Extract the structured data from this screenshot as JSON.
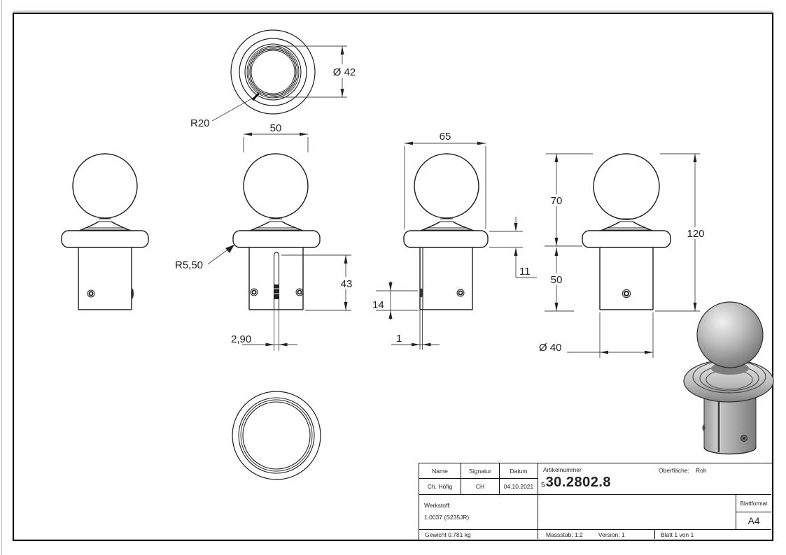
{
  "dims": {
    "top_diameter": "Ø 42",
    "top_radius": "R20",
    "ball_width": "50",
    "flange_radius": "R5,50",
    "slot_length": "43",
    "slot_width_wide": "2,90",
    "flange_diameter": "65",
    "flange_height": "11",
    "screw_offset": "14",
    "slot_width_narrow": "1",
    "upper_height": "70",
    "lower_height": "50",
    "total_height": "120",
    "body_diameter": "Ø 40"
  },
  "title_block": {
    "name_label": "Name",
    "signatur_label": "Signatur",
    "datum_label": "Datum",
    "name_value": "Ch. Höfig",
    "signatur_value": "CH",
    "datum_value": "04.10.2021",
    "werkstoff_label": "Werkstoff:",
    "werkstoff_value": "1.0037 (S235JR)",
    "gewicht": "Gewicht 0.781 kg",
    "artikelnummer_label": "Artikelnummer",
    "artikelnummer_prefix": "5",
    "artikelnummer": "30.2802.8",
    "oberflaeche_label": "Oberfläche:",
    "oberflaeche_value": "Roh",
    "blattformat_label": "Blattformat",
    "blattformat_value": "A4",
    "massstab": "Massstab: 1:2",
    "version": "Version: 1",
    "blatt": "Blatt 1 von 1"
  }
}
